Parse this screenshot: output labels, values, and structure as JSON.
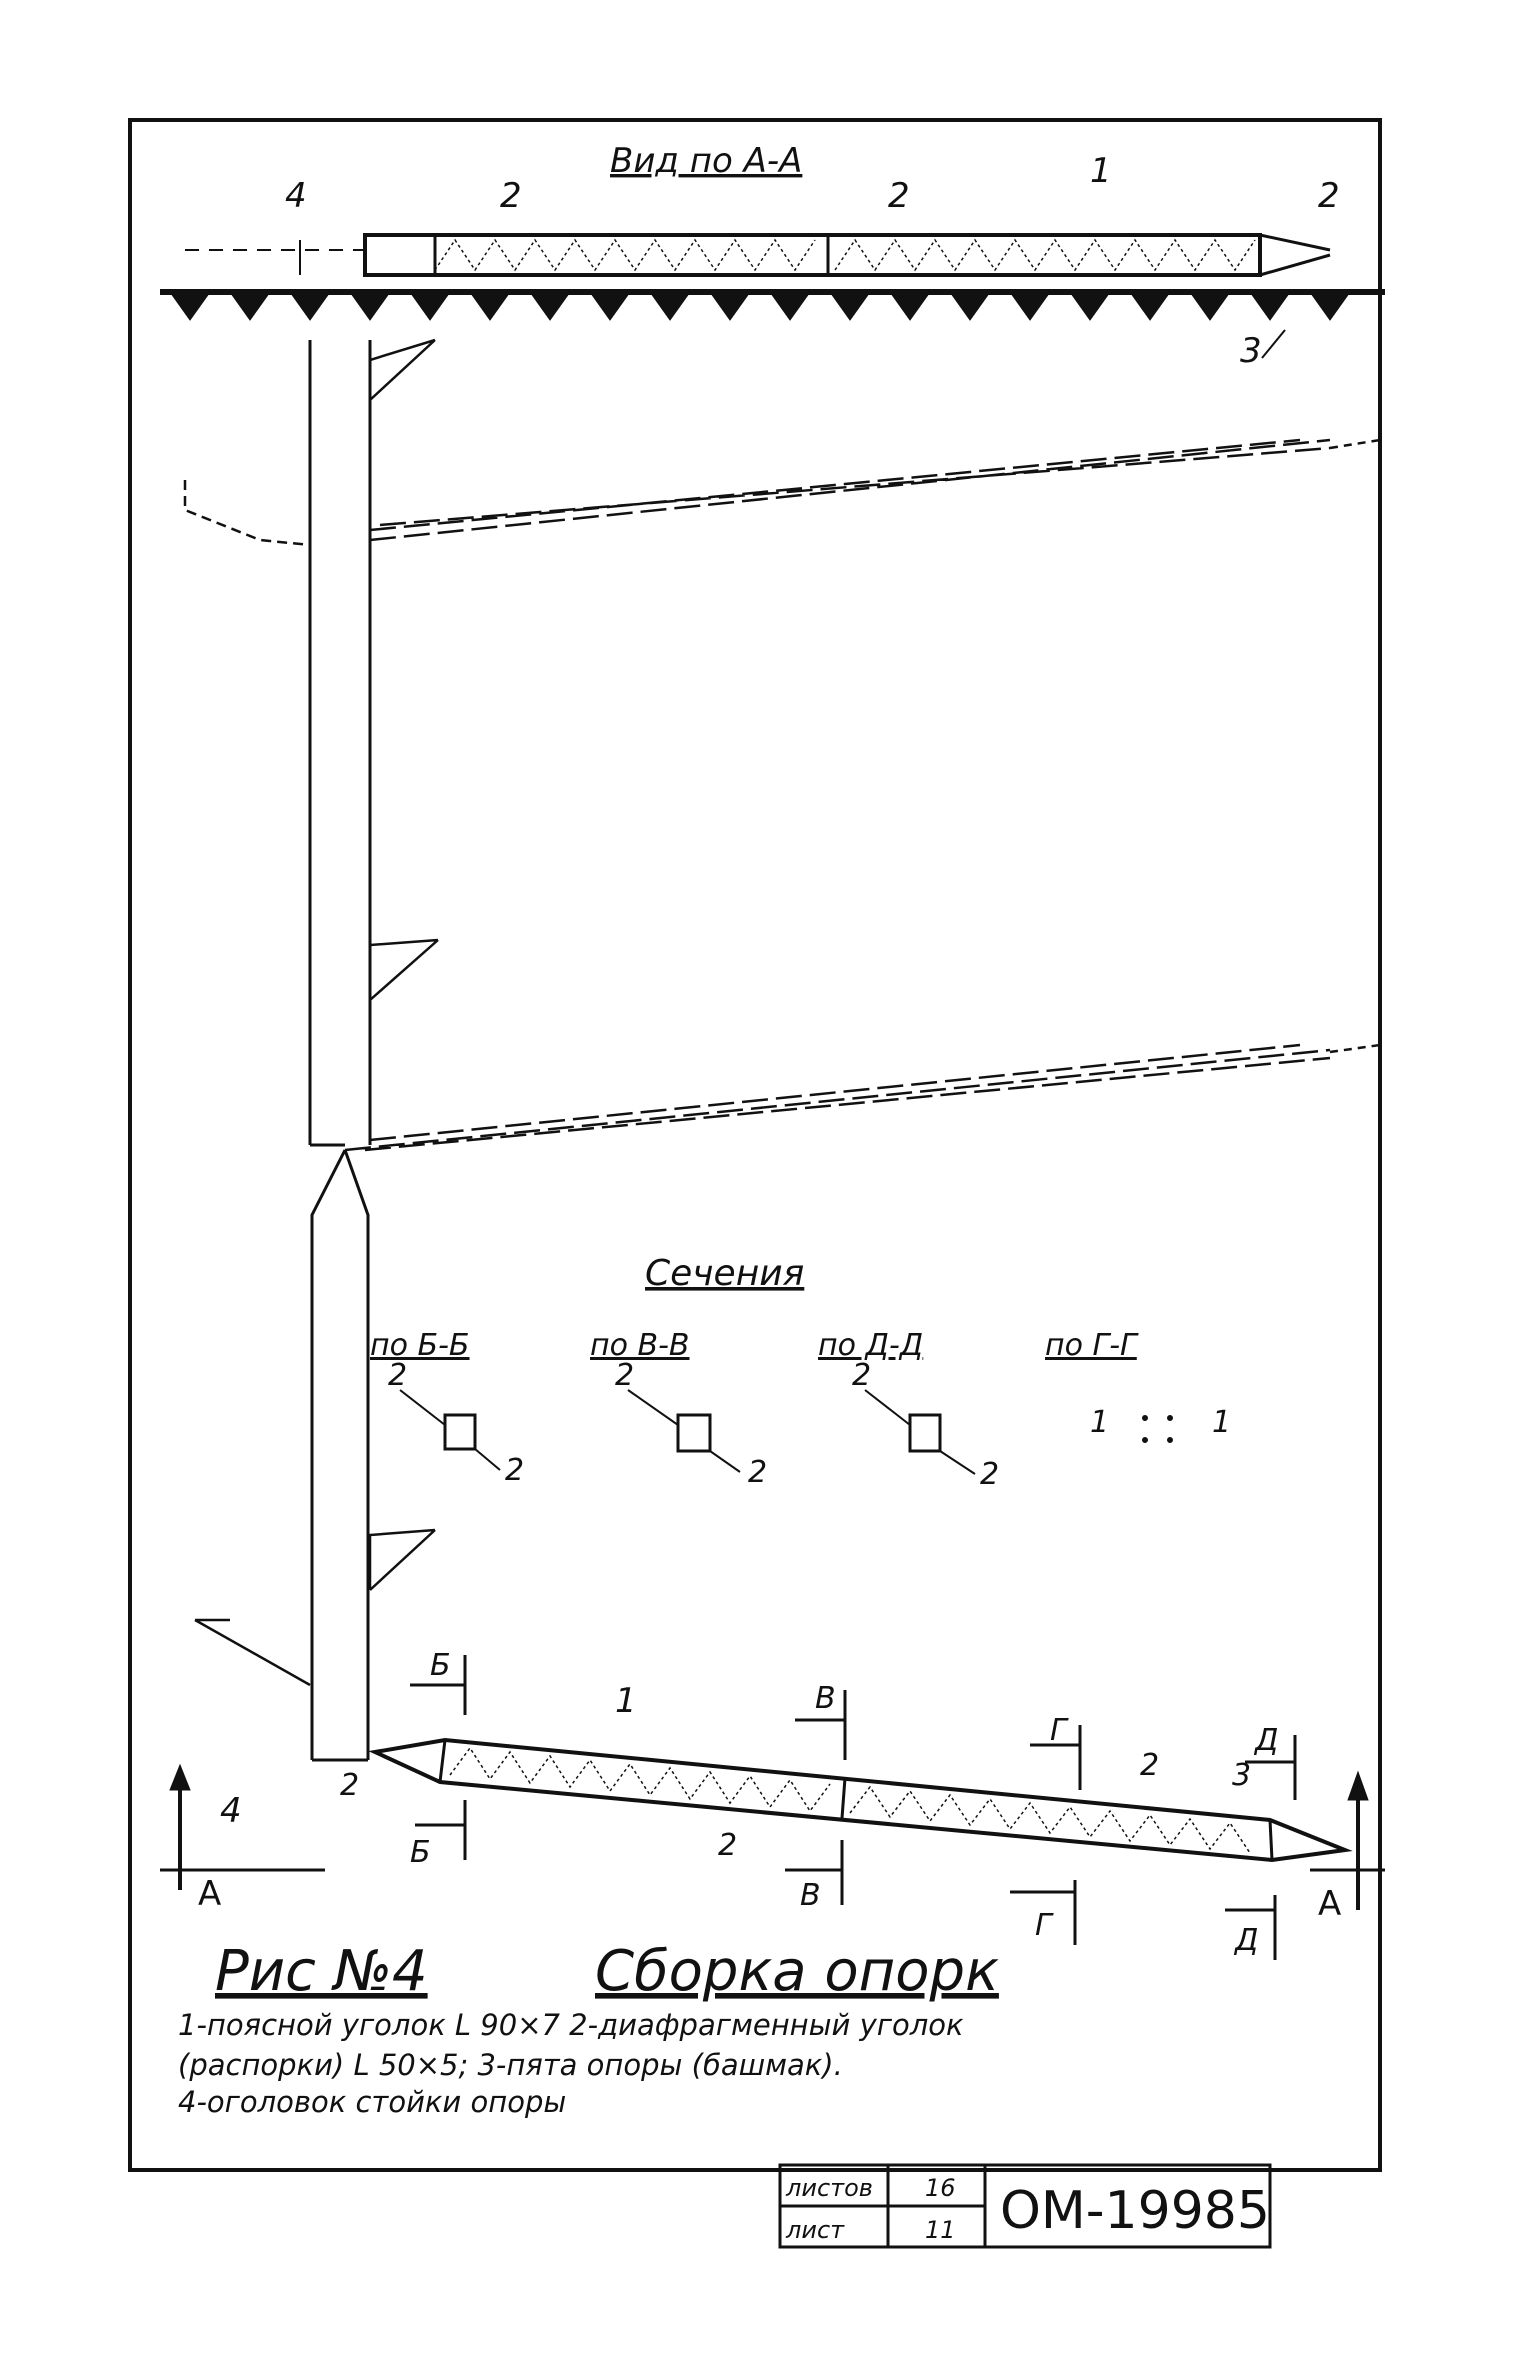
{
  "view_title": "Вид по А-А",
  "top_labels": {
    "n4": "4",
    "n2_left": "2",
    "n2_mid": "2",
    "n1": "1",
    "n2_right": "2",
    "n3": "3"
  },
  "sections_title": "Сечения",
  "sections": [
    {
      "label": "по Б-Б",
      "num_a": "2",
      "num_b": "2"
    },
    {
      "label": "по В-В",
      "num_a": "2",
      "num_b": "2"
    },
    {
      "label": "по Д-Д",
      "num_a": "2",
      "num_b": "2"
    },
    {
      "label": "по Г-Г",
      "num_a": "1",
      "num_b": "1"
    }
  ],
  "bottom_labels": {
    "b_top": "Б",
    "b_bot": "Б",
    "v_top": "В",
    "v_bot": "В",
    "g_top": "Г",
    "g_bot": "Г",
    "d_top": "Д",
    "d_bot": "Д",
    "n1": "1",
    "n2_a": "2",
    "n2_b": "2",
    "n2_c": "2",
    "n3": "3",
    "n4": "4",
    "a_left": "А",
    "a_right": "А"
  },
  "figure": {
    "number": "Рис №4",
    "caption": "Сборка опорк"
  },
  "legend": [
    "1-поясной уголок  L 90×7        2-диафрагменный  уголок",
    "(распорки) L 50×5;   3-пята опоры (башмак).",
    "4-оголовок стойки опоры"
  ],
  "stamp": {
    "row1_label": "листов",
    "row1_value": "16",
    "row2_label": "лист",
    "row2_value": "11",
    "doc_code": "ОМ-19985"
  },
  "colors": {
    "ink": "#111111",
    "paper": "#ffffff"
  }
}
